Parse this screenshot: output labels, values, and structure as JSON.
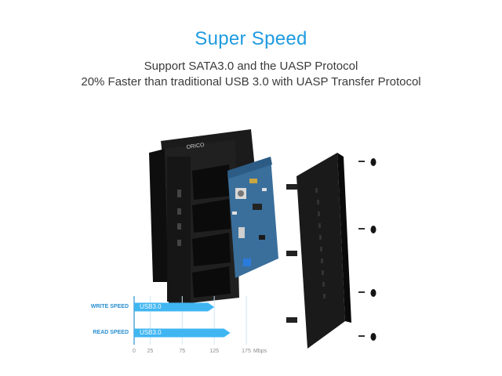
{
  "header": {
    "title": "Super Speed",
    "line1": "Support SATA3.0 and the UASP Protocol",
    "line2": "20% Faster than traditional USB 3.0 with UASP Transfer Protocol"
  },
  "product": {
    "brand": "ORICO"
  },
  "chart_data": {
    "type": "bar",
    "categories": [
      "WRITE SPEED",
      "READ SPEED"
    ],
    "series": [
      {
        "name": "USB3.0",
        "values": [
          125,
          150
        ]
      }
    ],
    "x_ticks": [
      0,
      25,
      75,
      125,
      175
    ],
    "x_unit": "Mbps",
    "xlim": [
      0,
      175
    ],
    "bar_label": "USB3.0",
    "colors": {
      "bar": "#3fb6f2",
      "grid": "#cfe6f5",
      "axis": "#2a8fd0"
    }
  }
}
